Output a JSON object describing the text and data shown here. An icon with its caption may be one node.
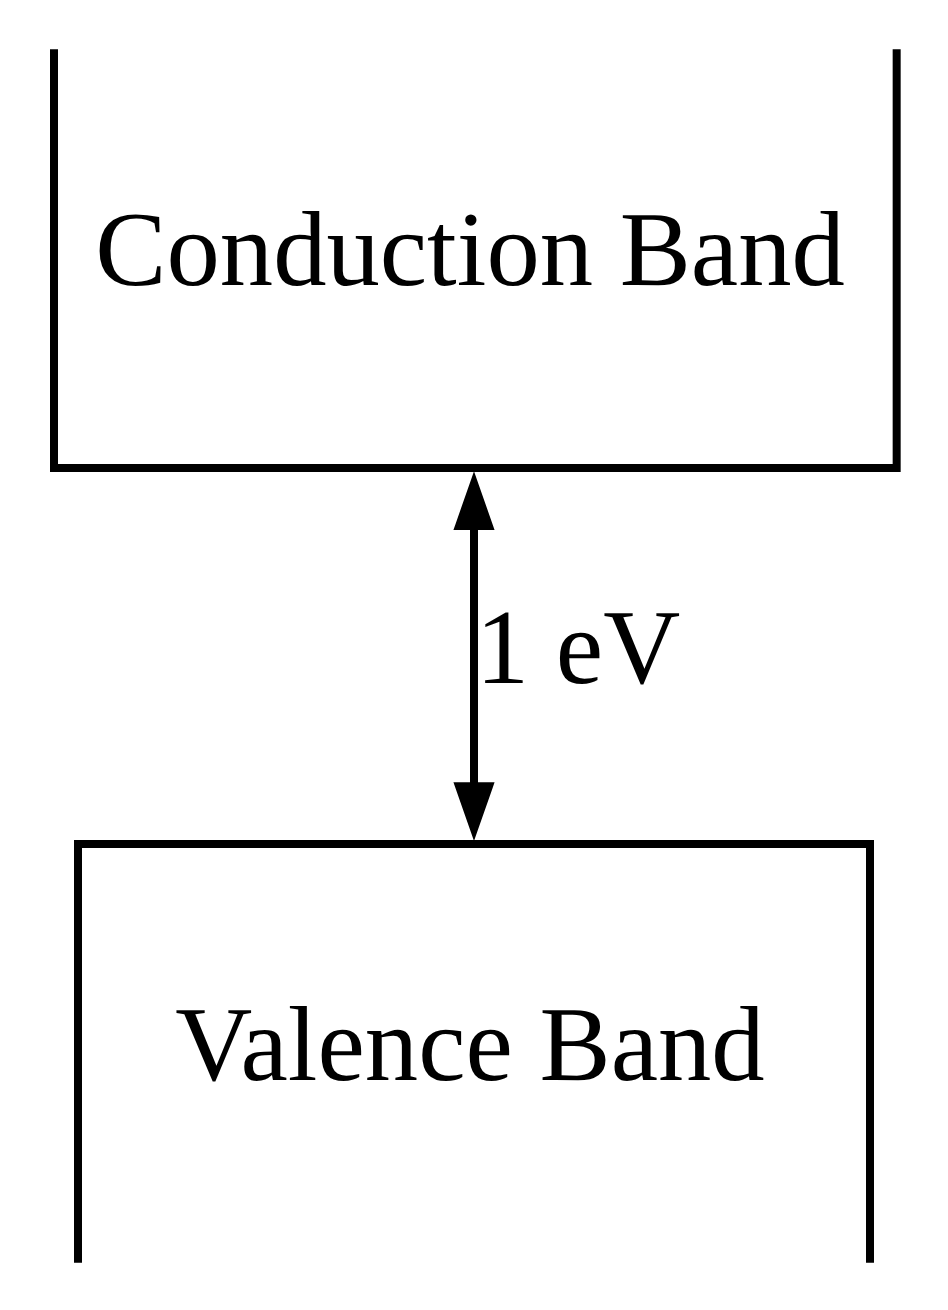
{
  "diagram": {
    "nodes": [
      {
        "text": [
          "Conduction Band"
        ]
      },
      {
        "text": [
          "Valence Band"
        ]
      }
    ],
    "edges": [
      {
        "from": 0,
        "to": 1,
        "arrow": "both",
        "label": "1 eV"
      }
    ]
  }
}
